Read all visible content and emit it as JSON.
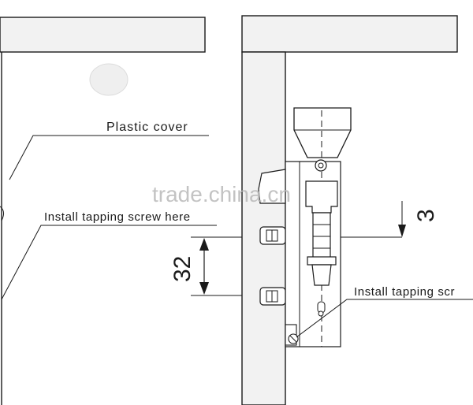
{
  "labels": {
    "plastic_cover": "Plastic cover",
    "install_screw_left": "Install tapping screw here",
    "install_screw_right": "Install tapping scr",
    "dim_32": "32",
    "dim_3": "3"
  },
  "watermark": "trade.china.cn",
  "colors": {
    "line": "#1a1a1a",
    "panel_fill": "#f2f2f2",
    "cover_fill": "#efefef",
    "watermark": "#b9b9b9"
  }
}
